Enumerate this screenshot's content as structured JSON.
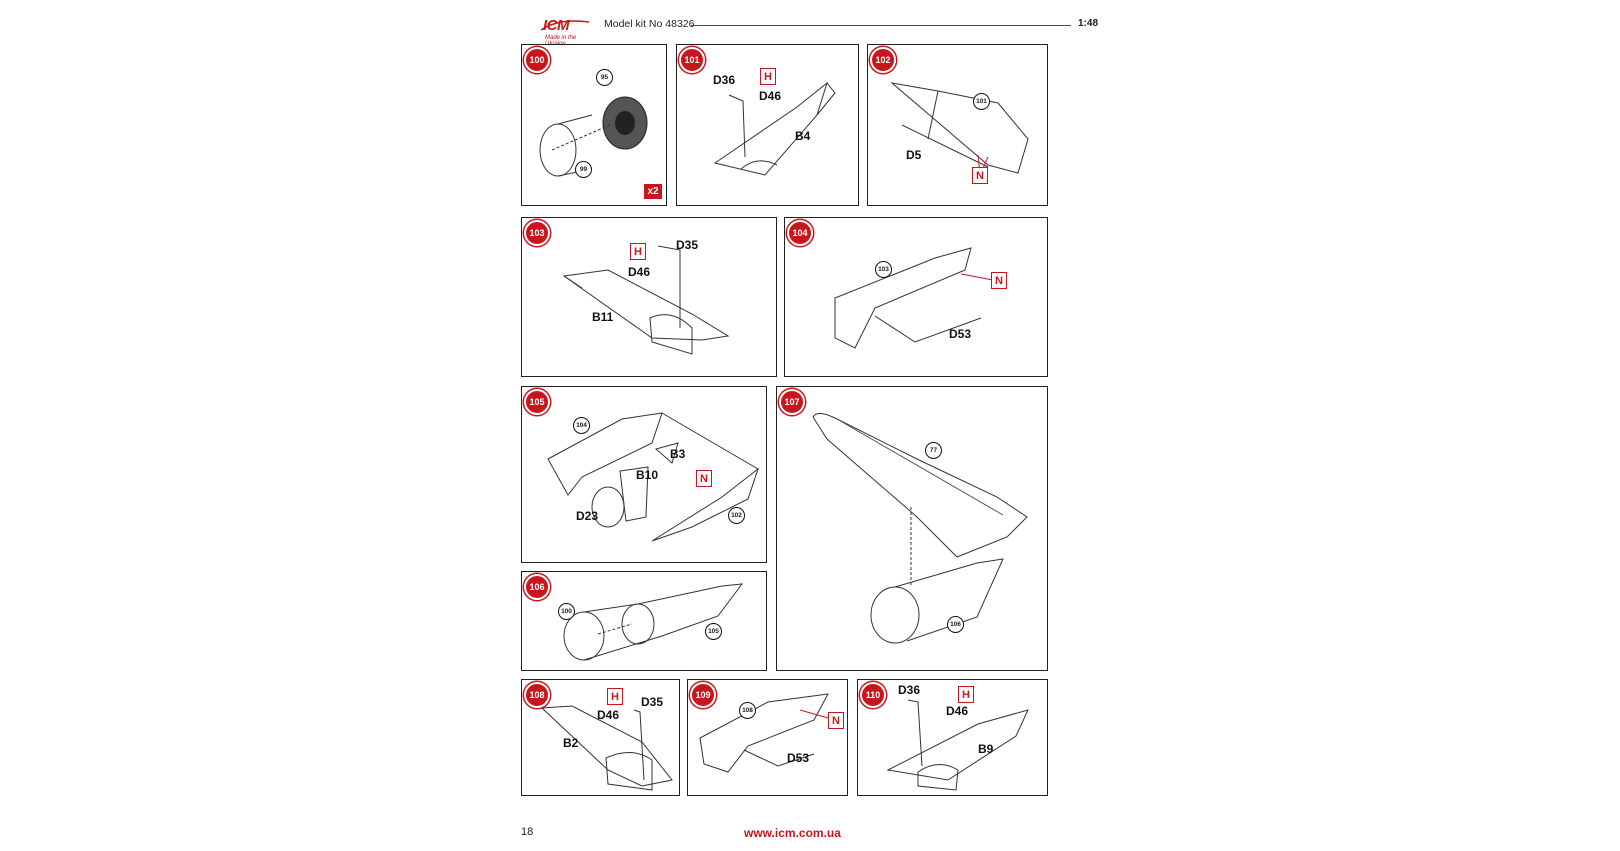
{
  "header": {
    "brand": "ICM",
    "tagline": "Made in the Ukraine",
    "kit_title": "Model kit No 48326",
    "scale": "1:48"
  },
  "steps": [
    {
      "num": "100",
      "labels": [
        "95",
        "99"
      ],
      "qty": "x2"
    },
    {
      "num": "101",
      "parts": [
        "D36",
        "D46",
        "B4"
      ],
      "glue": "H"
    },
    {
      "num": "102",
      "parts": [
        "D5"
      ],
      "refs": [
        "101"
      ],
      "paint": "N"
    },
    {
      "num": "103",
      "parts": [
        "D35",
        "D46",
        "B11"
      ],
      "glue": "H"
    },
    {
      "num": "104",
      "parts": [
        "D53"
      ],
      "refs": [
        "103"
      ],
      "paint": "N"
    },
    {
      "num": "105",
      "parts": [
        "B3",
        "B10",
        "D23"
      ],
      "refs": [
        "104",
        "102"
      ],
      "paint": "N"
    },
    {
      "num": "107",
      "refs": [
        "77",
        "106"
      ]
    },
    {
      "num": "106",
      "refs": [
        "100",
        "105"
      ]
    },
    {
      "num": "108",
      "parts": [
        "D35",
        "D46",
        "B2"
      ],
      "glue": "H"
    },
    {
      "num": "109",
      "parts": [
        "D53"
      ],
      "refs": [
        "108"
      ],
      "paint": "N"
    },
    {
      "num": "110",
      "parts": [
        "D36",
        "D46",
        "B9"
      ],
      "glue": "H"
    }
  ],
  "footer": {
    "page_number": "18",
    "url": "www.icm.com.ua"
  }
}
